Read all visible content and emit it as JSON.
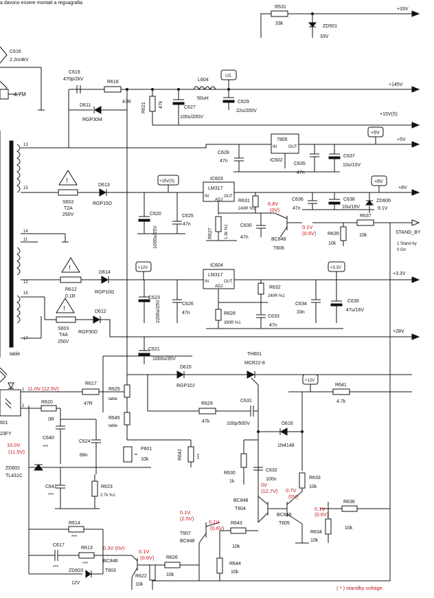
{
  "header_text": "a davono essere montati a reguagrafia.",
  "footnote": "( * ) standby voltage",
  "rails": {
    "r33v": "+33V",
    "r145v": "+145V",
    "r15vs": "+15V(S)",
    "r5v": "+5V",
    "r8v": "+8V",
    "standby": "STAND_BY",
    "standby_note1": "1 Stand by",
    "standby_note2": "0 On",
    "r33": "+3.3V",
    "r28v": "+28V"
  },
  "flags": {
    "u1": "U1",
    "f15vs": "+15V(S)",
    "f5v": "+5V",
    "f8v": "+8V",
    "f12v": "+12V",
    "f33v": "+3.3V",
    "f12v_b": "+12V"
  },
  "components": {
    "r531": "R531",
    "r531v": "33k",
    "zd501": "ZD501",
    "zd501v": "33V",
    "c616": "C616",
    "c616v": "2.2n/4kV",
    "r47m": "4.7M",
    "c619": "C619",
    "c619v": "470p/2kV",
    "r618": "R618",
    "r618v": "47R",
    "d611": "D611",
    "d611v": "RGP30M",
    "r621": "R621",
    "r621v": "47k",
    "l604": "L604",
    "l604v": "50uH",
    "c627": "C627",
    "c627v": "100u/200V",
    "c629": "C629",
    "c629v": "22u/200V",
    "c628": "C628",
    "c628v": "47n",
    "ic602": "IC602",
    "ic602v": "7805",
    "in": "IN",
    "out": "OUT",
    "adj": "ADJ",
    "c635": "C635",
    "c635v": "47n",
    "c637": "C637",
    "c637v": "10u/10V",
    "s602": "S602",
    "s602v1": "T2A",
    "s602v2": "250V",
    "d613": "D613",
    "d613v": "RGP15D",
    "c620": "C620",
    "c620v": "1000u/25V",
    "c625": "C625",
    "c625v": "47n",
    "ic603": "IC603",
    "ic603v": "LM317",
    "r627": "R627",
    "r627v": "1.3k %1",
    "r631": "R631",
    "r631v": "240R %1",
    "c630": "C630",
    "c630v": "47n",
    "c636": "C636",
    "c636v": "47n",
    "c638": "C638",
    "c638v": "10u/16V",
    "zd606": "ZD606",
    "zd606v": "9.1V",
    "t606": "T606",
    "t606v": "BC848",
    "r635": "R635",
    "r635v": "10k",
    "r637": "R637",
    "r637v": "10k",
    "pin13": "13",
    "pin15": "15",
    "pin14": "14",
    "pin11": "11",
    "pin12": "12",
    "pin16": "16",
    "pin17": "17",
    "table": "table",
    "r612": "R612",
    "r612v": "0.1R",
    "d614": "D614",
    "d614v": "RGP10G",
    "ic604": "IC604",
    "ic604v": "LM317",
    "r632": "R632",
    "r632v": "240R %1",
    "c623": "C623",
    "c623v": "2200u/25V",
    "c626": "C626",
    "c626v": "47n",
    "r628": "R628",
    "r628v": "390R %1",
    "c633": "C633",
    "c633v": "47n",
    "c634": "C634",
    "c634v": "33n",
    "c639": "C639",
    "c639v": "47u/16V",
    "s603": "S603",
    "s603v1": "T4A",
    "s603v2": "250V",
    "d612": "D612",
    "d612v": "RGP30D",
    "c621": "C621",
    "c621v": "1000u/35V",
    "th601": "TH601",
    "th601v": "MCR22-8",
    "d615": "D615",
    "d615v": "RGP10J",
    "r641": "R641",
    "r641v": "4.7k",
    "r617": "R617",
    "r617v": "47R",
    "r625": "R625",
    "r625v": "table",
    "r620": "R620",
    "r620v": "0R",
    "r629": "R629",
    "r629v": "47k",
    "c631": "C631",
    "c631v": "100p/500V",
    "d616": "D616",
    "d616v": "1N4148",
    "r645": "R645",
    "r645v": "table",
    "c640": "C640",
    "c640v": "***",
    "c624": "C624",
    "c624v": "68n",
    "p601": "P601",
    "p601v": "10k",
    "r642": "R642",
    "r642v": "***",
    "zd602": "ZD602",
    "zd602v": "TL431C",
    "c641": "C641",
    "c641v": "***",
    "r623": "R623",
    "r623v": "2.7k %1",
    "opto1": "601",
    "opto2": "23FY",
    "r630": "R630",
    "r630v": "1k",
    "c632": "C632",
    "c632v": "100n",
    "r633": "R633",
    "r633v": "10k",
    "t604": "T604",
    "t604v": "BC848",
    "t605": "T605",
    "t605v": "BC848",
    "r636": "R636",
    "r636v": "10k",
    "r634": "R634",
    "r634v": "10k",
    "r614": "R614",
    "r614v": "***",
    "c617": "C617",
    "c617v": "***",
    "r613": "R613",
    "r613v": "***",
    "zd603": "ZD603",
    "zd603v": "12V",
    "t603": "T603",
    "t603v": "BC848",
    "t607": "T607",
    "t607v": "BC848",
    "r643": "R643",
    "r643v": "10k",
    "r644": "R644",
    "r644v": "10k",
    "r622": "R622",
    "r622v": "10k",
    "r626": "R626",
    "r626v": "10k",
    "pin1": "1",
    "pin2": "2"
  },
  "voltages": {
    "v1": "6.8V",
    "v1s": "(0V)",
    "v2": "0.1V",
    "v2s": "(0.6V)",
    "v3": "11.0V (12.5V)",
    "v4": "10.0V",
    "v4s": "(11.5V)",
    "v5": "0V",
    "v5s": "(12.7V)",
    "v6": "0.7V",
    "v6s": "(0V)",
    "v7": "0.1V",
    "v7s": "(0.6V)",
    "v8": "0.1V",
    "v8s": "(2.5V)",
    "v9": "0.1V",
    "v9s": "(0.6V)",
    "v10": "0.3V (0V)",
    "v11": "0.1V",
    "v11s": "(0.6V)"
  },
  "colors": {
    "ink": "#111111",
    "voltage": "#c0141c"
  }
}
